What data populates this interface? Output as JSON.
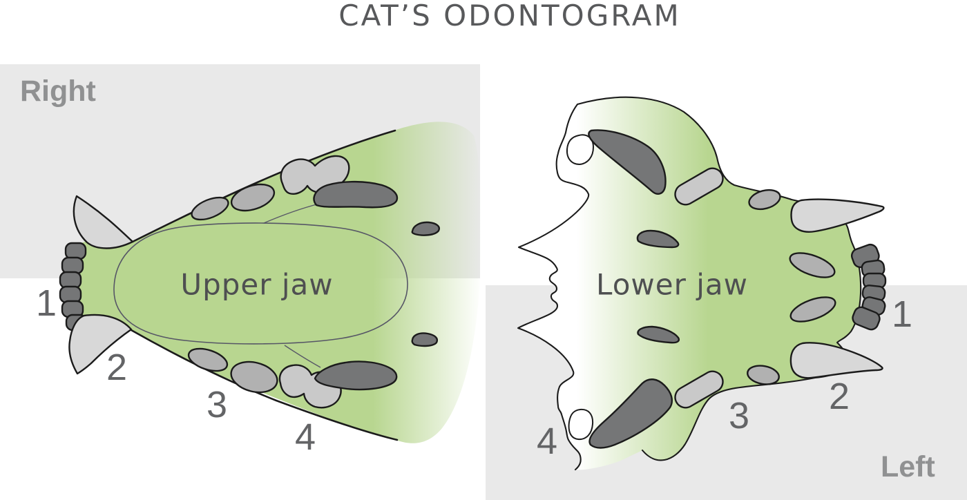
{
  "title": "CAT’S ODONTOGRAM",
  "side_labels": {
    "right": "Right",
    "left": "Left"
  },
  "upper_jaw": {
    "label": "Upper jaw",
    "tooth_numbers": [
      "1",
      "2",
      "3",
      "4"
    ]
  },
  "lower_jaw": {
    "label": "Lower jaw",
    "tooth_numbers": [
      "1",
      "2",
      "3",
      "4"
    ]
  },
  "colors": {
    "jaw_green": "#b8d690",
    "panel_gray": "#e9e9e9",
    "tooth_dark": "#757677",
    "tooth_medium": "#b1b1b1",
    "tooth_light": "#d8d8d8",
    "tooth_lighter": "#c9c9c9",
    "outline_ink": "#1b1b1b",
    "palate_line": "#565666",
    "title_text": "#58595b",
    "side_label_text": "#909192",
    "jaw_label_text": "#4e4f51",
    "number_text": "#636466"
  }
}
